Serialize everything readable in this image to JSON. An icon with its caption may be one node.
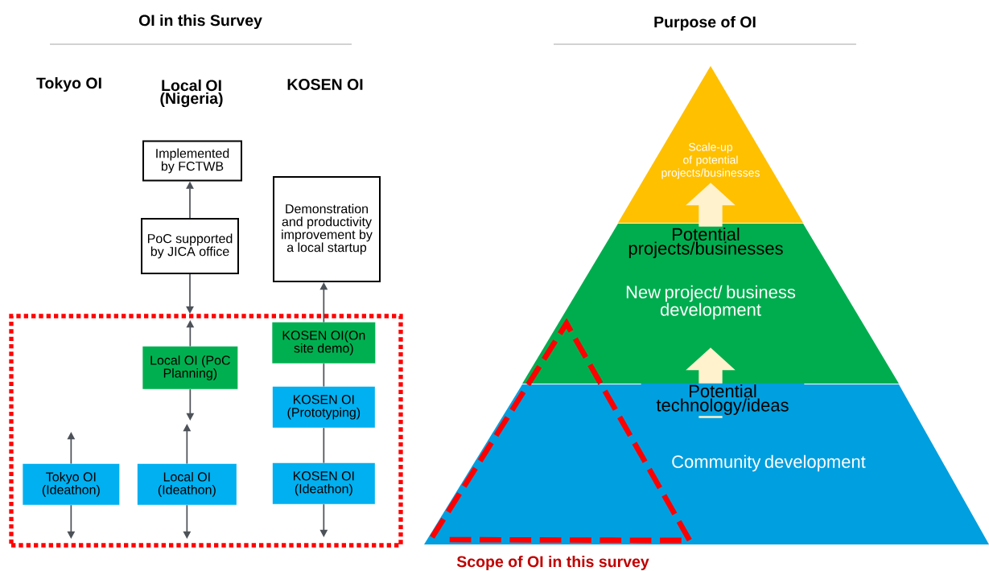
{
  "diagram": {
    "nodes": [
      {
        "text": [
          "Implemented by FCTWB"
        ]
      },
      {
        "text": [
          "PoC supported by JICA office"
        ]
      },
      {
        "text": [
          "Demonstration and productivity improvement by a local startup"
        ]
      },
      {
        "text": [],
        "shape": "box"
      },
      {
        "text": [
          "Local OI (PoC Planning)"
        ],
        "in": 3
      },
      {
        "text": [
          "KOSEN OI(On site demo)"
        ],
        "in": 3
      },
      {
        "text": [
          "KOSEN OI (Prototyping)"
        ],
        "in": 3
      },
      {
        "text": [
          "Tokyo OI (Ideathon)"
        ],
        "in": 3
      },
      {
        "text": [
          "Local OI (Ideathon)"
        ],
        "in": 3
      },
      {
        "text": [
          "KOSEN OI (Ideathon)"
        ],
        "in": 3
      },
      {
        "text": [
          "Scale-up of potential projects/businesses"
        ]
      },
      {
        "text": [
          "New project/ business development"
        ]
      },
      {
        "text": [
          "Community development"
        ]
      }
    ],
    "edges": [
      {
        "from": 1,
        "to": 0,
        "arrow": "to"
      },
      {
        "from": 1,
        "to": 3,
        "arrow": "to"
      },
      {
        "from": 4,
        "to": null,
        "arrow": "to"
      },
      {
        "from": 4,
        "to": null,
        "arrow": "to"
      },
      {
        "from": 8,
        "to": null,
        "arrow": "to"
      },
      {
        "from": 8,
        "to": null,
        "arrow": "to"
      },
      {
        "from": 7,
        "to": null,
        "arrow": "to"
      },
      {
        "from": 7,
        "to": null,
        "arrow": "to"
      },
      {
        "from": 9,
        "to": null,
        "arrow": "to"
      },
      {
        "from": 9,
        "to": 6,
        "arrow": "none"
      },
      {
        "from": 6,
        "to": 5,
        "arrow": "none"
      },
      {
        "from": 5,
        "to": 2,
        "arrow": "to"
      },
      {
        "from": 12,
        "to": 11,
        "arrow": "to",
        "label": "Potential technology/ideas",
        "style": "thick",
        "color": "#fff2cc"
      },
      {
        "from": 11,
        "to": 10,
        "arrow": "to",
        "label": "Potential projects/businesses",
        "style": "thick",
        "color": "#fff2cc"
      }
    ],
    "labels": [
      "OI in this Survey",
      "Purpose of OI",
      "Tokyo OI",
      "Local OI (Nigeria)",
      "KOSEN OI",
      "Scope of OI in this survey"
    ]
  }
}
